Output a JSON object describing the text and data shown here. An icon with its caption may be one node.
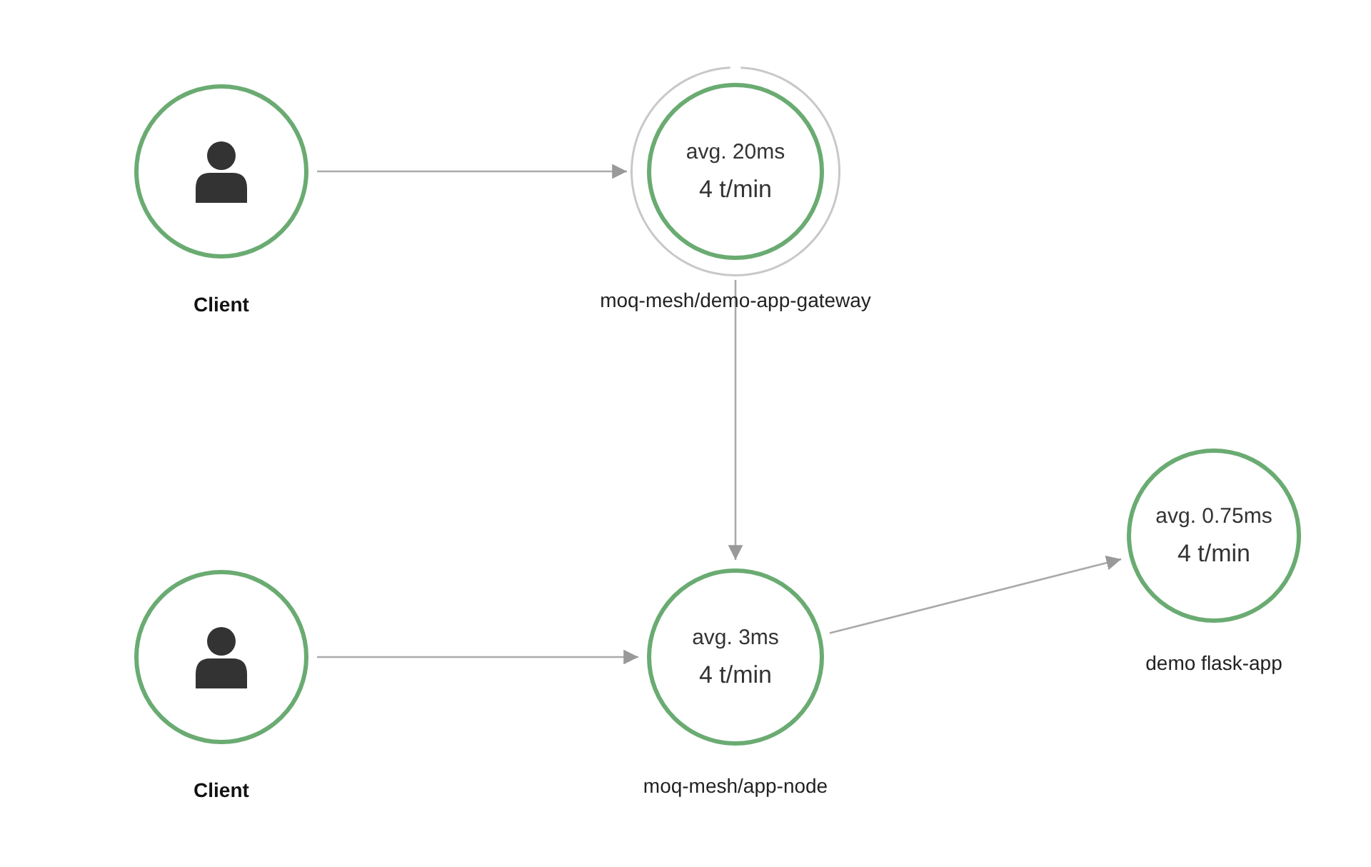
{
  "diagram": {
    "nodes": [
      {
        "text": [
          "Client"
        ]
      },
      {
        "text": [
          "avg. 20ms",
          "4 t/min",
          "moq-mesh/demo-app-gateway"
        ]
      },
      {
        "text": [
          "Client"
        ]
      },
      {
        "text": [
          "avg. 3ms",
          "4 t/min",
          "moq-mesh/app-node"
        ]
      },
      {
        "text": [
          "avg. 0.75ms",
          "4 t/min",
          "demo flask-app"
        ]
      }
    ],
    "edges": [
      {
        "from": 0,
        "to": 1,
        "arrow": "to"
      },
      {
        "from": 1,
        "to": 3,
        "arrow": "to"
      },
      {
        "from": 2,
        "to": 3,
        "arrow": "to"
      },
      {
        "from": 3,
        "to": 4,
        "arrow": "to"
      }
    ]
  }
}
